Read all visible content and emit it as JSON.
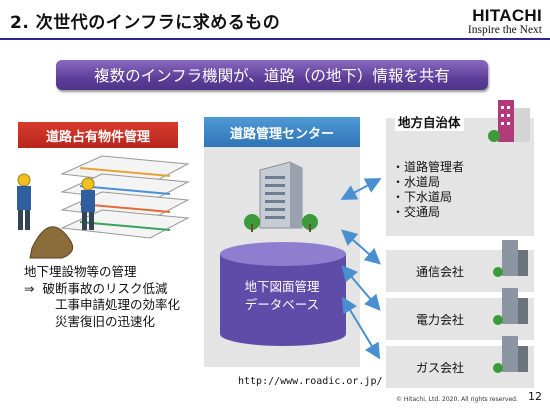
{
  "header": {
    "title": "2. 次世代のインフラに求めるもの",
    "brand_name": "HITACHI",
    "brand_tagline": "Inspire the Next"
  },
  "banner": {
    "text": "複数のインフラ機関が、道路（の地下）情報を共有"
  },
  "left_panel": {
    "label": "道路占有物件管理",
    "mgmt_title": "地下埋設物等の管理",
    "arrow": "⇒",
    "benefits": [
      "破断事故のリスク低減",
      "工事申請処理の効率化",
      "災害復旧の迅速化"
    ]
  },
  "center_panel": {
    "title": "道路管理センター",
    "db_line1": "地下図面管理",
    "db_line2": "データベース"
  },
  "gov_panel": {
    "title": "地方自治体",
    "items": [
      "・道路管理者",
      "・水道局",
      "・下水道局",
      "・交通局"
    ]
  },
  "companies": [
    "通信会社",
    "電力会社",
    "ガス会社"
  ],
  "footer": {
    "url": "http://www.roadic.or.jp/",
    "copyright": "© Hitachi, Ltd. 2020. All rights reserved.",
    "page": "12"
  },
  "colors": {
    "banner": "#5d3f9a",
    "red_label": "#c92e22",
    "blue_header": "#2f74b7",
    "rule": "#2b2b8c"
  }
}
